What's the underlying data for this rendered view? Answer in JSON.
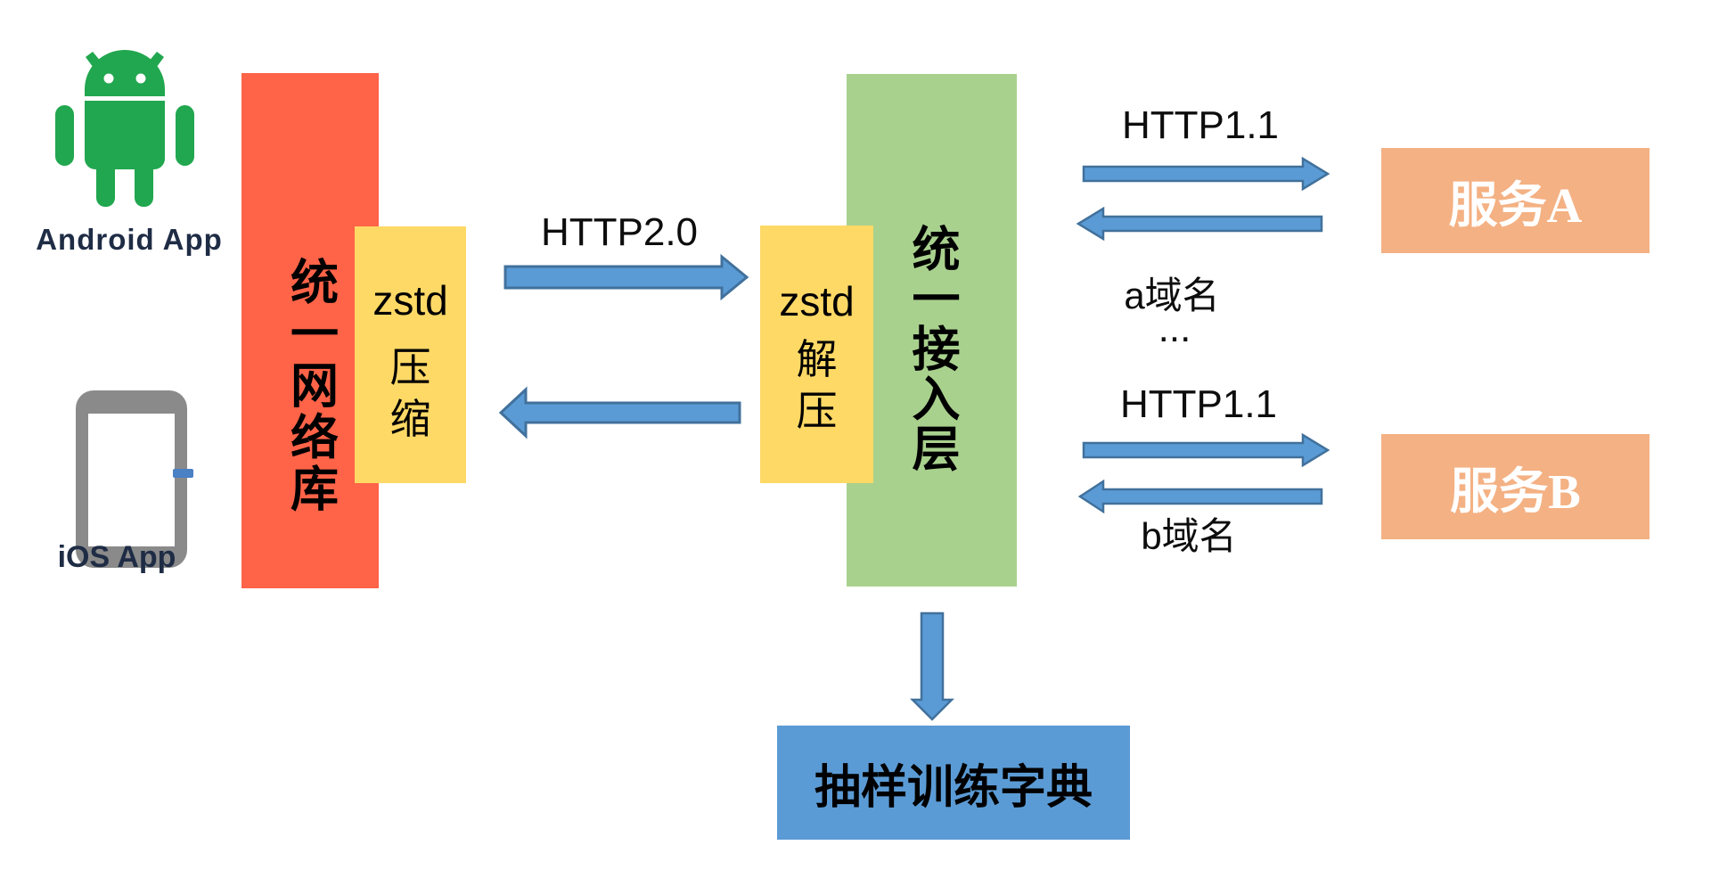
{
  "clients": {
    "android_label": "Android App",
    "ios_label": "iOS App",
    "android_color": "#21a74f",
    "ios_gray": "#8a8a8a"
  },
  "network_lib": {
    "label": "统一网络库",
    "color": "#ff6348"
  },
  "compress_box": {
    "title": "zstd",
    "char1": "压",
    "char2": "缩",
    "color": "#ffd966"
  },
  "decompress_box": {
    "title": "zstd",
    "char1": "解",
    "char2": "压",
    "color": "#ffd966"
  },
  "access_layer": {
    "label": "统一接入层",
    "color": "#a9d18e"
  },
  "protocols": {
    "http2": "HTTP2.0",
    "http11_a": "HTTP1.1",
    "http11_b": "HTTP1.1"
  },
  "domains": {
    "a": "a域名",
    "ellipsis": "...",
    "b": "b域名"
  },
  "services": {
    "a": "服务A",
    "b": "服务B",
    "color": "#f4b183"
  },
  "dictionary": {
    "label": "抽样训练字典",
    "color": "#5b9bd5"
  },
  "arrows": {
    "fill": "#5b9bd5",
    "stroke": "#41719c"
  }
}
